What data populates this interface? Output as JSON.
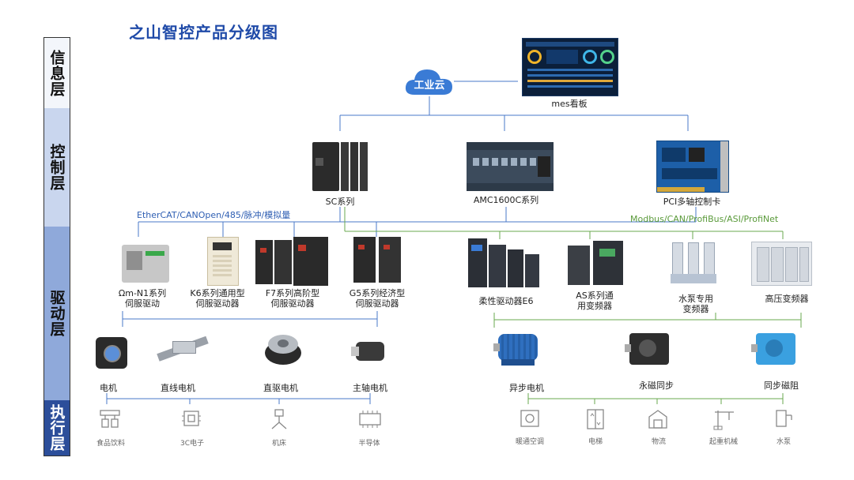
{
  "title": "之山智控产品分级图",
  "layers": {
    "info": "信息层",
    "control": "控制层",
    "drive": "驱动层",
    "exec": "执行层"
  },
  "info": {
    "cloud": "工业云",
    "board": "mes看板"
  },
  "control": {
    "sc": "SC系列",
    "amc": "AMC1600C系列",
    "pci": "PCI多轴控制卡"
  },
  "protocols": {
    "servo": "EtherCAT/CANOpen/485/脉冲/模拟量",
    "vfd": "Modbus/CAN/ProfiBus/ASI/ProfiNet"
  },
  "servo_drives": [
    {
      "line1": "Ωm-N1系列",
      "line2": "伺服驱动"
    },
    {
      "line1": "K6系列通用型",
      "line2": "伺服驱动器"
    },
    {
      "line1": "F7系列高阶型",
      "line2": "伺服驱动器"
    },
    {
      "line1": "G5系列经济型",
      "line2": "伺服驱动器"
    }
  ],
  "vfd_drives": [
    {
      "line1": "柔性驱动器E6",
      "line2": ""
    },
    {
      "line1": "AS系列通",
      "line2": "用变频器"
    },
    {
      "line1": "水泵专用",
      "line2": "变频器"
    },
    {
      "line1": "高压变频器",
      "line2": ""
    }
  ],
  "servo_motors": [
    "电机",
    "直线电机",
    "直驱电机",
    "主轴电机"
  ],
  "vfd_motors": [
    "异步电机",
    "永磁同步",
    "同步磁阻"
  ],
  "servo_apps": [
    "食品饮料",
    "3C电子",
    "机床",
    "半导体"
  ],
  "vfd_apps": [
    "暖通空调",
    "电梯",
    "物流",
    "起重机械",
    "水泵"
  ],
  "colors": {
    "title": "#1f4aa8",
    "blue_line": "#4a78c8",
    "green_line": "#6aa84f",
    "cloud": "#3a7bd5"
  }
}
